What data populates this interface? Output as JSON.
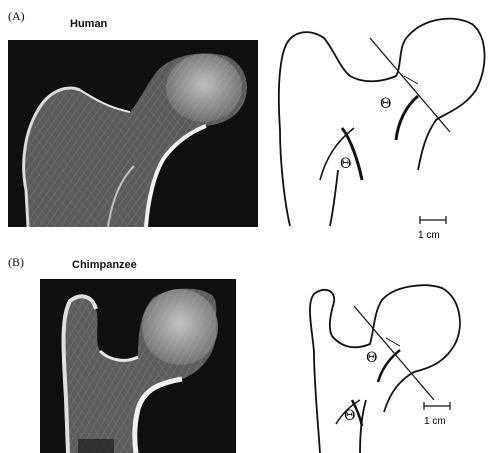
{
  "panels": [
    {
      "label": "(A)",
      "species": "Human",
      "angle_symbol": "Θ",
      "scale_label": "1 cm"
    },
    {
      "label": "(B)",
      "species": "Chimpanzee",
      "angle_symbol": "Θ",
      "scale_label": "1 cm"
    }
  ],
  "colors": {
    "xray_background": "#111111",
    "bone_highlight": "#e8e8e8",
    "line": "#111111"
  }
}
